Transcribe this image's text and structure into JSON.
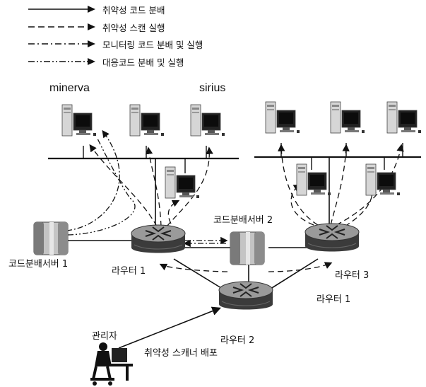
{
  "legend": [
    {
      "style": "solid",
      "label": "취약성 코드 분배"
    },
    {
      "style": "dashed",
      "label": "취약성 스캔 실행"
    },
    {
      "style": "dashdot",
      "label": "모니터링 코드 분배 및 실행"
    },
    {
      "style": "dashdotdot",
      "label": "대응코드 분배 및 실행"
    }
  ],
  "hosts": {
    "minerva": "minerva",
    "sirius": "sirius"
  },
  "labels": {
    "code_server_1": "코드분배서버 1",
    "code_server_2": "코드분배서버 2",
    "router_1_left": "라우터 1",
    "router_3": "라우터 3",
    "router_1_right": "라우터 1",
    "router_2": "라우터 2",
    "admin": "관리자",
    "scanner_deploy": "취약성 스캐너 배포"
  },
  "colors": {
    "line": "#111111",
    "router_top": "#8a8a8a",
    "router_body": "#3a3a3a",
    "server": "#b8b8b8"
  }
}
